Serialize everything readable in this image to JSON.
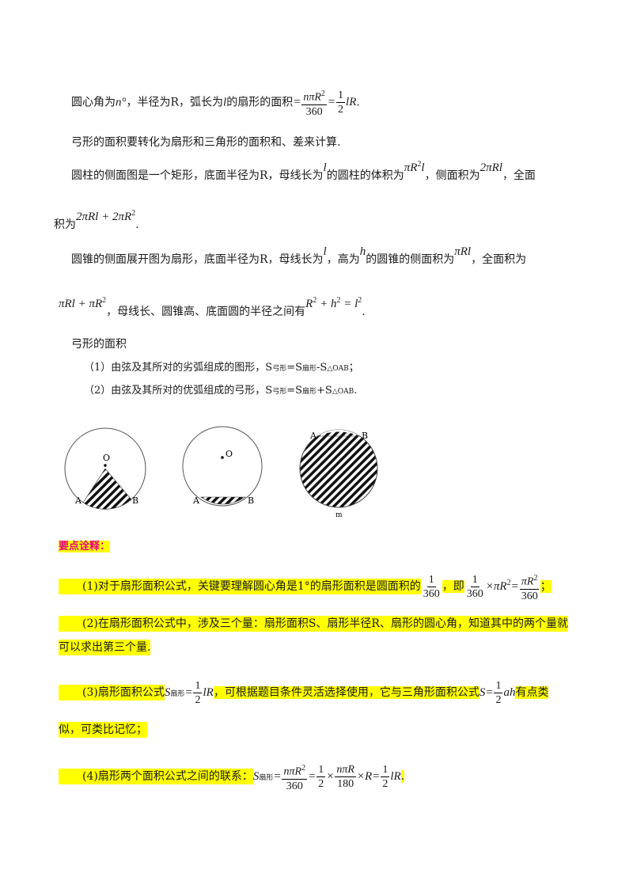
{
  "para1": {
    "t1": "圆心角为",
    "t2": "，半径为R，弧长为",
    "t3": "的扇形的面积",
    "end": "."
  },
  "para2": "弓形的面积要转化为扇形和三角形的面积和、差来计算.",
  "para3": {
    "t1": "圆柱的侧面图是一个矩形，底面半径为R，母线长为",
    "t2": "的圆柱的体积为",
    "t3": "，侧面积为",
    "t4": "，全面",
    "t5": "积为",
    "end": "."
  },
  "para4": {
    "t1": "圆锥的侧面展开图为扇形，底面半径为R，母线长为",
    "t2": "，高为",
    "t3": "的圆锥的侧面积为",
    "t4": "，全面积为",
    "t5": "，母线长、圆锥高、底面圆的半径之间有",
    "end": "."
  },
  "section": {
    "title": "弓形的面积",
    "item1": {
      "t1": "（1）由弦及其所对的劣弧组成的图形，S",
      "sub1": "弓形",
      "t2": "=S",
      "sub2": "扇形",
      "t3": "-S",
      "sub3": "△OAB",
      "t4": "；"
    },
    "item2": {
      "t1": "（2）由弦及其所对的优弧组成的弓形，S",
      "sub1": "弓形",
      "t2": "=S",
      "sub2": "扇形",
      "t3": "+S",
      "sub3": "△OAB",
      "t4": "."
    }
  },
  "figures": {
    "fig1": {
      "o": "O",
      "a": "A",
      "b": "B"
    },
    "fig2": {
      "o": "O",
      "a": "A",
      "b": "B"
    },
    "fig3": {
      "a": "A",
      "b": "B",
      "m": "m"
    }
  },
  "notes": {
    "header": "要点诠释：",
    "n1": {
      "t1": "(1)对于扇形面积公式，关键要理解圆心角是1°的扇形面积是圆面积的",
      "t2": "，即",
      "end": "；"
    },
    "n2": {
      "line1": "(2)在扇形面积公式中，涉及三个量：扇形面积S、扇形半径R、扇形的圆心角，知道其中的两个量就",
      "line2": "可以求出第三个量."
    },
    "n3": {
      "t1": "(3)扇形面积公式",
      "sub": "扇形",
      "t2": "，可根据题目条件灵活选择使用，它与三角形面积公式",
      "t3": "有点类",
      "line2": "似，可类比记忆；"
    },
    "n4": {
      "t1": "(4)扇形两个面积公式之间的联系：",
      "sub": "扇形",
      "end": "."
    }
  }
}
